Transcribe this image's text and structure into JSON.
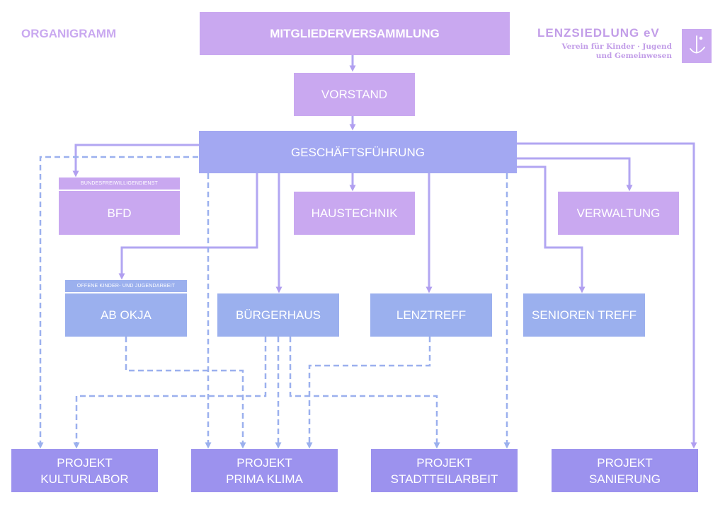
{
  "title": "ORGANIGRAMM",
  "logo": {
    "name": "LENZSIEDLUNG eV",
    "line1": "Verein für Kinder · Jugend",
    "line2": "und Gemeinwesen"
  },
  "colors": {
    "lilac": "#c9a8f0",
    "blue": "#a3a8f2",
    "steel": "#9bb0ee",
    "deep": "#9c92ee",
    "line": "#a3a8f2"
  },
  "nodes": {
    "mitgliederversammlung": "MITGLIEDERVERSAMMLUNG",
    "vorstand": "VORSTAND",
    "geschaeftsfuehrung": "GESCHÄFTSFÜHRUNG",
    "bfd_sub": "BUNDESFREIWILLIGENDIENST",
    "bfd": "BFD",
    "haustechnik": "HAUSTECHNIK",
    "verwaltung": "VERWALTUNG",
    "okja_sub": "OFFENE KINDER- UND JUGENDARBEIT",
    "ab_okja": "AB OKJA",
    "buergerhaus": "BÜRGERHAUS",
    "lenztreff": "LENZTREFF",
    "senioren": "SENIOREN TREFF"
  },
  "projects": [
    {
      "line1": "PROJEKT",
      "line2": "KULTURLABOR"
    },
    {
      "line1": "PROJEKT",
      "line2": "PRIMA KLIMA"
    },
    {
      "line1": "PROJEKT",
      "line2": "STADTTEILARBEIT"
    },
    {
      "line1": "PROJEKT",
      "line2": "SANIERUNG"
    }
  ]
}
